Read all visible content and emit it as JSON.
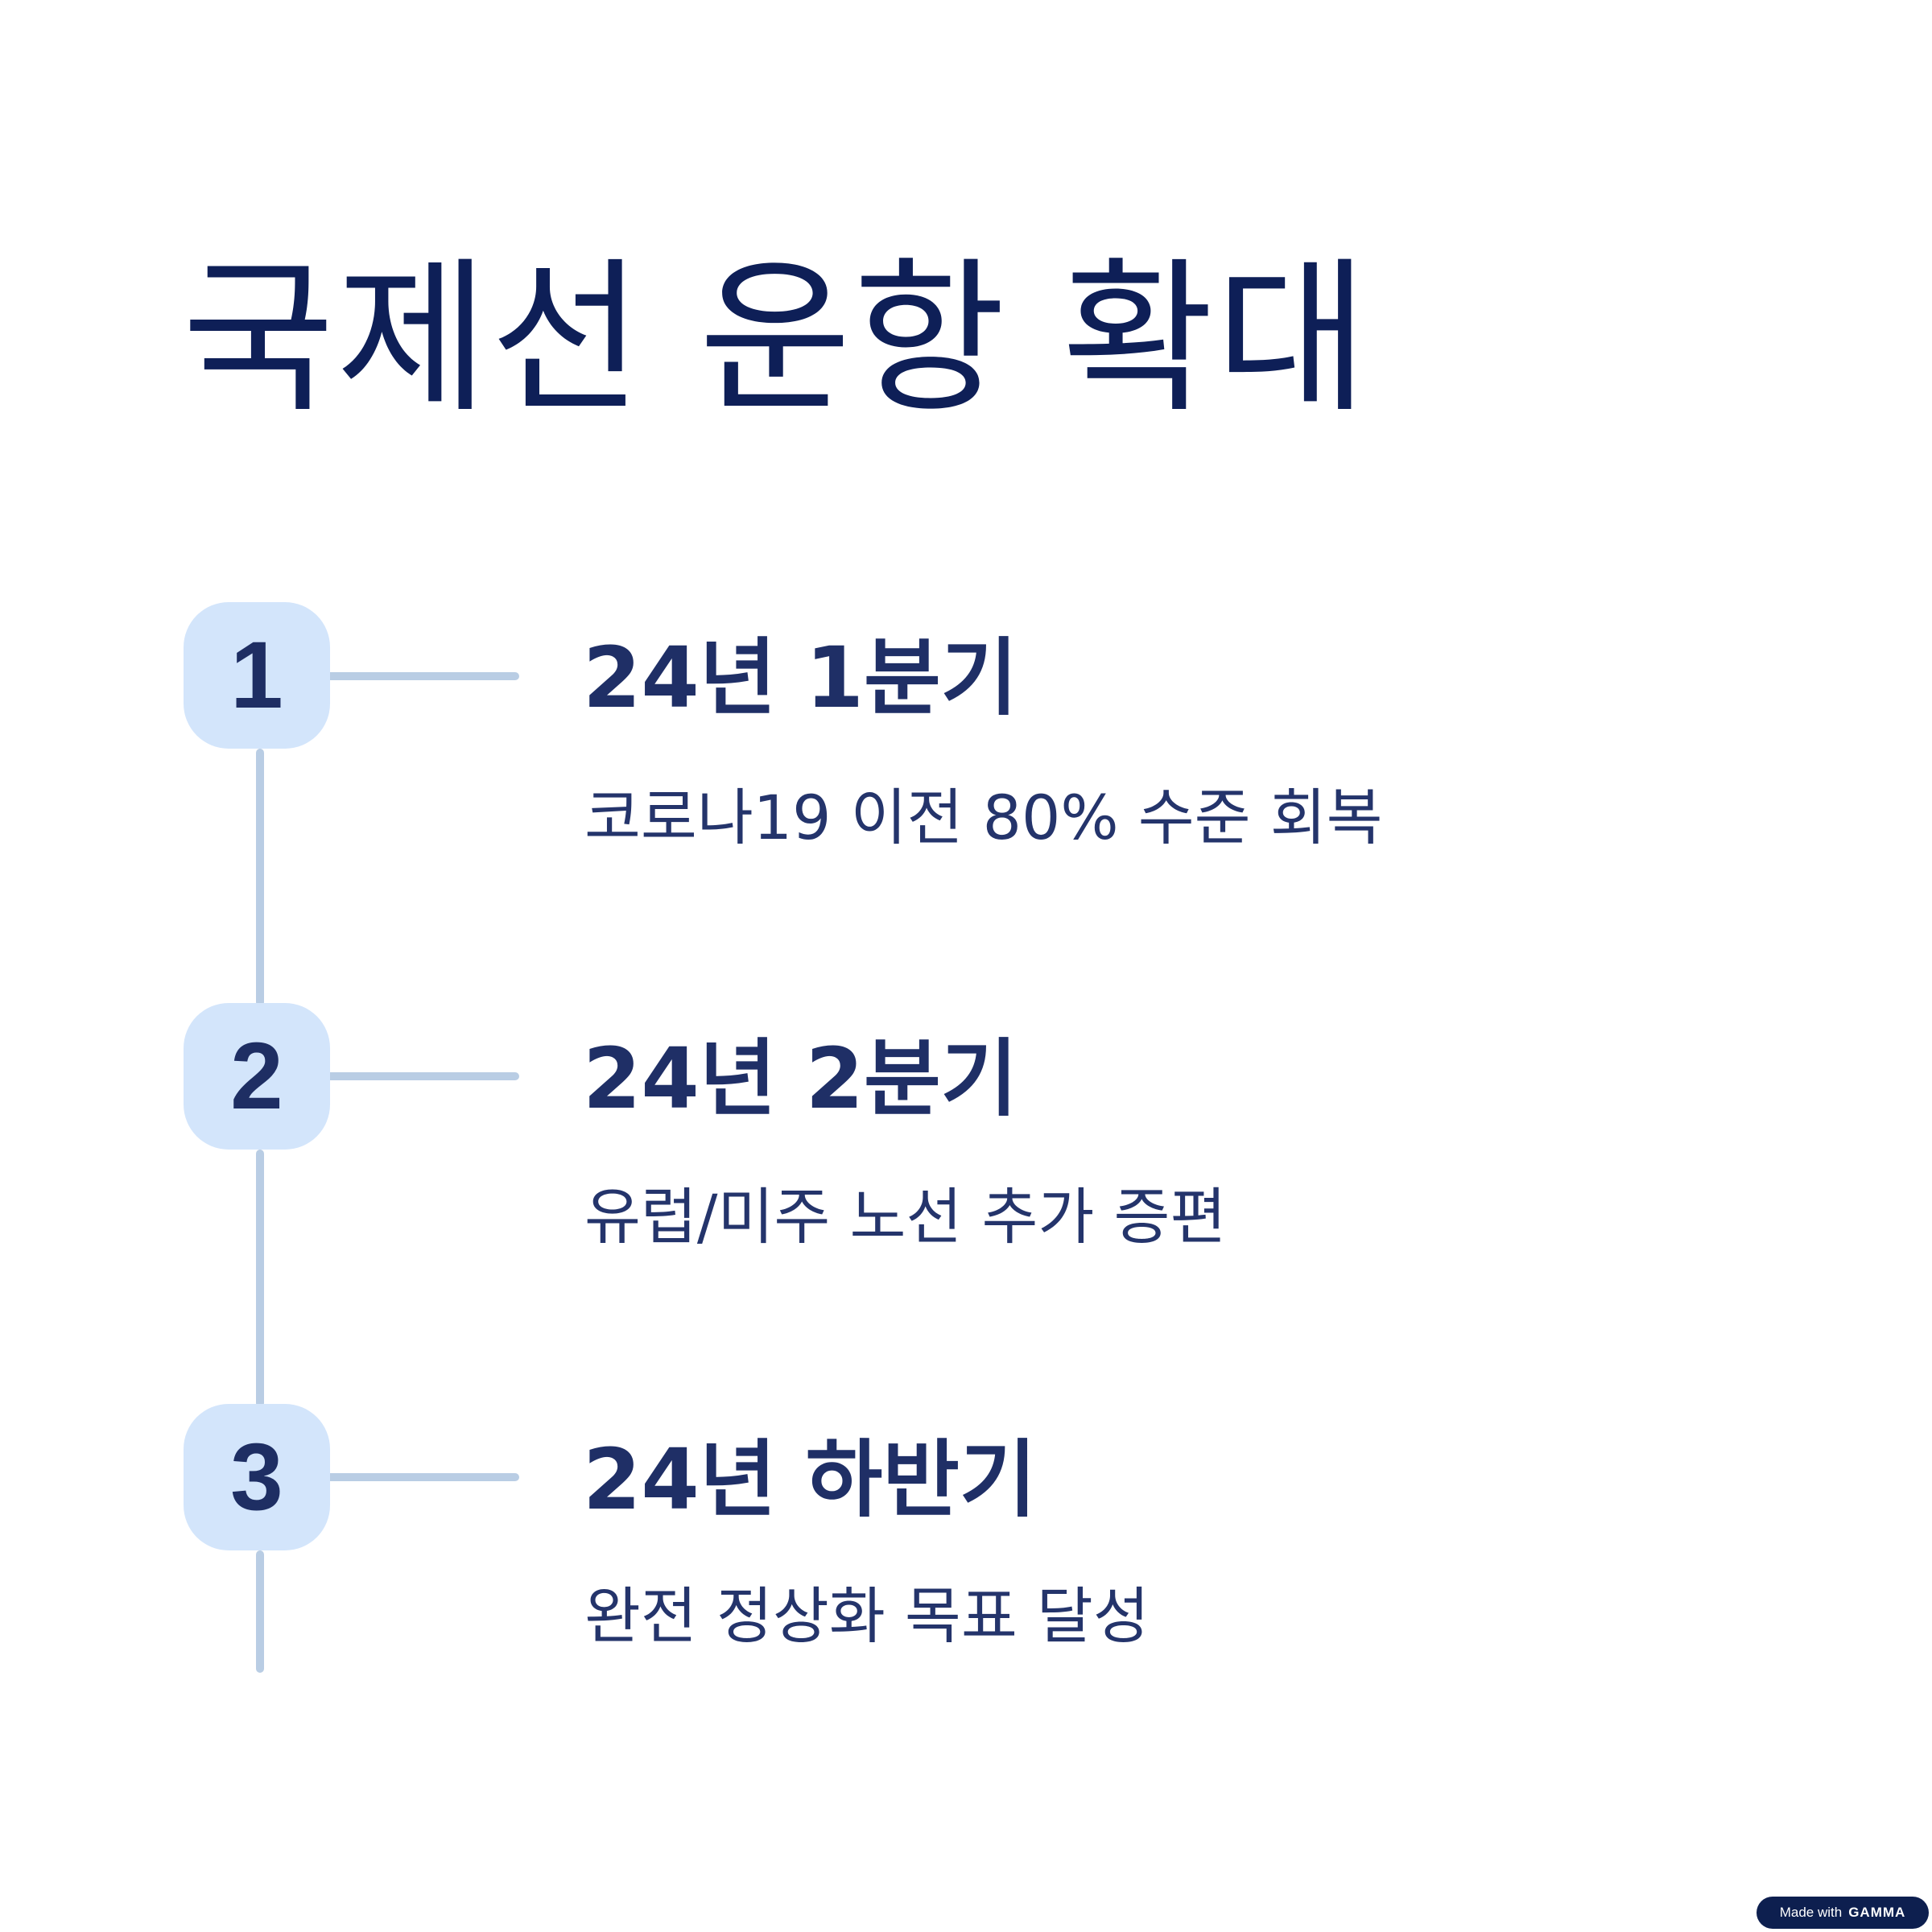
{
  "title": "국제선 운항 확대",
  "steps": [
    {
      "number": "1",
      "heading": "24년 1분기",
      "description": "코로나19 이전 80% 수준 회복"
    },
    {
      "number": "2",
      "heading": "24년 2분기",
      "description": "유럽/미주 노선 추가 증편"
    },
    {
      "number": "3",
      "heading": "24년 하반기",
      "description": "완전 정상화 목표 달성"
    }
  ],
  "badge": {
    "prefix": "Made with",
    "brand": "GAMMA"
  },
  "colors": {
    "title": "#0e1f57",
    "badge_fill": "#d3e5fb",
    "line": "#b9cde4",
    "footer_badge": "#0d1f4f"
  }
}
